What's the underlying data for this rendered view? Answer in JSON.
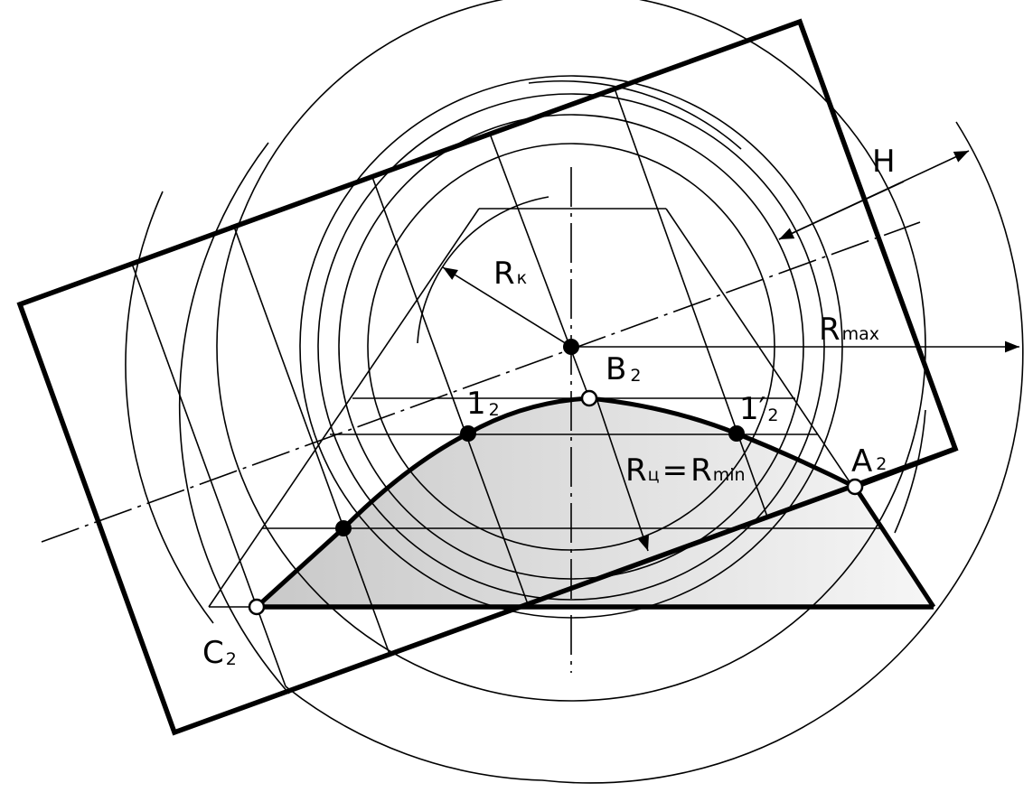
{
  "labels": {
    "r_k": {
      "main": "R",
      "sub": "к"
    },
    "r_max": {
      "main": "R",
      "sub": "max"
    },
    "h": "H",
    "b2": {
      "main": "B",
      "sub": "2"
    },
    "p1": {
      "main": "1",
      "sub": "2"
    },
    "p1prime": {
      "main": "1′",
      "sub": "2"
    },
    "a2": {
      "main": "A",
      "sub": "2"
    },
    "c2": {
      "main": "C",
      "sub": "2"
    },
    "r_c": {
      "main": "R",
      "sub": "ц",
      "eq": "=",
      "main2": "R",
      "sub2": "min"
    }
  },
  "colors": {
    "ink": "#000000",
    "fill_start": "#c8c8c8",
    "fill_end": "#f6f6f6"
  }
}
